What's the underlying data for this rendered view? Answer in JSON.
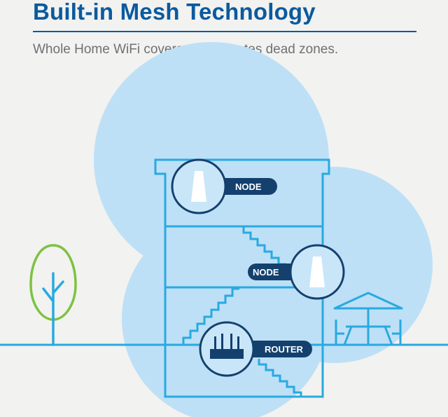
{
  "header": {
    "title": "Built-in Mesh Technology",
    "subtitle": "Whole Home WiFi coverage eliminates dead zones."
  },
  "devices": [
    {
      "label": "NODE",
      "icon": "node-icon"
    },
    {
      "label": "NODE",
      "icon": "node-icon"
    },
    {
      "label": "ROUTER",
      "icon": "router-icon"
    }
  ],
  "colors": {
    "title": "#0b5a9e",
    "subtitle": "#6f7174",
    "coverage": "#bde0f6",
    "house_outline": "#29a9e1",
    "label_pill": "#14406e",
    "tree": "#7dc242",
    "background": "#f2f2f0"
  }
}
